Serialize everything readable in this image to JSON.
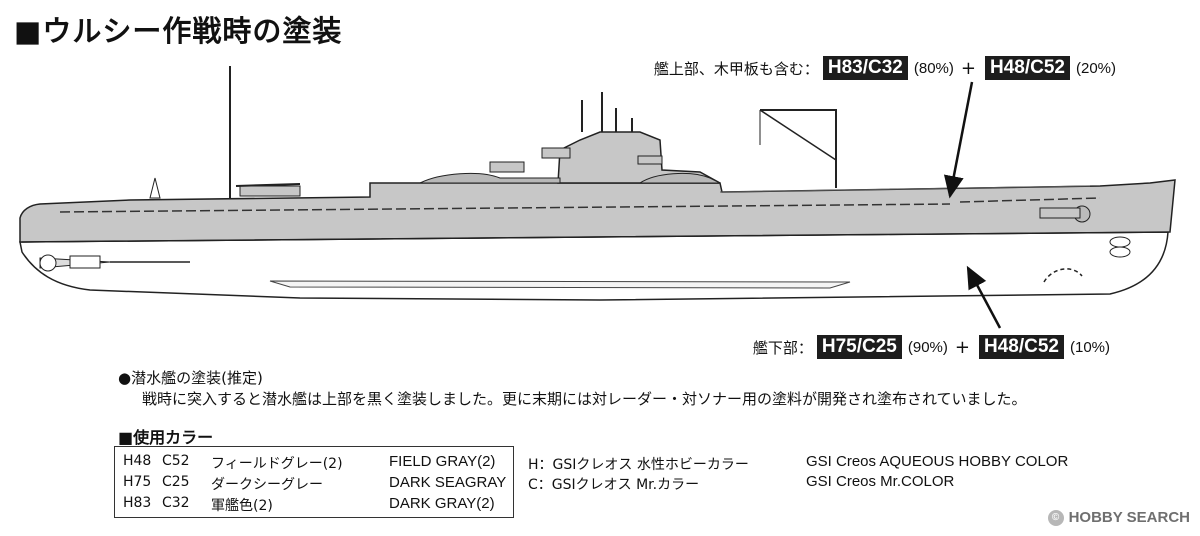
{
  "title": "■ウルシー作戦時の塗装",
  "upper_callout": {
    "label": "艦上部、木甲板も含む：",
    "code1": "H83/C32",
    "pct1": "(80%)",
    "plus": "+",
    "code2": "H48/C52",
    "pct2": "(20%)"
  },
  "lower_callout": {
    "label": "艦下部：",
    "code1": "H75/C25",
    "pct1": "(90%)",
    "plus": "+",
    "code2": "H48/C52",
    "pct2": "(10%)"
  },
  "notes": {
    "heading": "●潜水艦の塗装(推定)",
    "body": "戦時に突入すると潜水艦は上部を黒く塗装しました。更に末期には対レーダー・対ソナー用の塗料が開発され塗布されていました。"
  },
  "colors_heading": "■使用カラー",
  "colors": [
    {
      "h": "H48",
      "c": "C52",
      "jp": "フィールドグレー(2)",
      "en": "FIELD GRAY(2)"
    },
    {
      "h": "H75",
      "c": "C25",
      "jp": "ダークシーグレー",
      "en": "DARK SEAGRAY"
    },
    {
      "h": "H83",
      "c": "C32",
      "jp": "軍艦色(2)",
      "en": "DARK GRAY(2)"
    }
  ],
  "legend": [
    {
      "jp": "H：GSIクレオス 水性ホビーカラー",
      "en": "GSI Creos AQUEOUS HOBBY COLOR"
    },
    {
      "jp": "C：GSIクレオス Mr.カラー",
      "en": "GSI Creos Mr.COLOR"
    }
  ],
  "watermark": "HOBBY SEARCH",
  "palette": {
    "hull_upper": "#c7c7c7",
    "hull_lower": "#ffffff",
    "outline": "#222222",
    "code_bg": "#1d1d1d"
  }
}
